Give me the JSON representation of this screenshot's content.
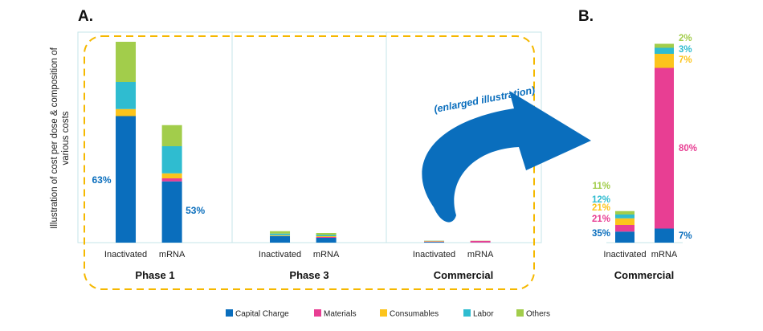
{
  "panel_a": {
    "letter": "A.",
    "ylabel_line1": "Illustration of cost per dose & composition of",
    "ylabel_line2": "various costs",
    "callout": "(enlarged illustration)"
  },
  "panel_b": {
    "letter": "B."
  },
  "legend": [
    {
      "name": "Capital Charge",
      "color": "#0a6ebd"
    },
    {
      "name": "Materials",
      "color": "#e83e93"
    },
    {
      "name": "Consumables",
      "color": "#fcc41c"
    },
    {
      "name": "Labor",
      "color": "#2fbcd0"
    },
    {
      "name": "Others",
      "color": "#a2cd4b"
    }
  ],
  "chart_data": [
    {
      "type": "bar",
      "stacked": true,
      "panel": "A",
      "groups": [
        "Phase 1",
        "Phase 3",
        "Commercial"
      ],
      "categories": [
        "Inactivated",
        "mRNA"
      ],
      "series_order": [
        "Capital Charge",
        "Materials",
        "Consumables",
        "Labor",
        "Others"
      ],
      "ymax": 100,
      "values": {
        "Phase 1": {
          "Inactivated": [
            63,
            0,
            3.5,
            13.5,
            20
          ],
          "mRNA": [
            30.5,
            1.5,
            2.5,
            13.5,
            10.5
          ]
        },
        "Phase 3": {
          "Inactivated": [
            3.3,
            0,
            0.4,
            0.8,
            1.2
          ],
          "mRNA": [
            2.4,
            0.4,
            0.4,
            0.6,
            1.0
          ]
        },
        "Commercial": {
          "Inactivated": [
            0.35,
            0.21,
            0.21,
            0.12,
            0.11
          ],
          "mRNA": [
            0.07,
            0.8,
            0.07,
            0.03,
            0.02
          ]
        }
      },
      "annotations": [
        {
          "group": "Phase 1",
          "category": "Inactivated",
          "text": "63%",
          "color": "#0a6ebd"
        },
        {
          "group": "Phase 1",
          "category": "mRNA",
          "text": "53%",
          "color": "#0a6ebd"
        }
      ]
    },
    {
      "type": "bar",
      "stacked": true,
      "panel": "B",
      "group": "Commercial",
      "categories": [
        "Inactivated",
        "mRNA"
      ],
      "series_order": [
        "Capital Charge",
        "Materials",
        "Consumables",
        "Labor",
        "Others"
      ],
      "ymax": 100,
      "values": {
        "Inactivated": [
          5.5,
          3.3,
          3.3,
          1.9,
          1.7
        ],
        "mRNA": [
          7,
          80,
          7,
          3,
          2
        ]
      },
      "labels": {
        "Inactivated": [
          "35%",
          "21%",
          "21%",
          "12%",
          "11%"
        ],
        "mRNA": [
          "7%",
          "80%",
          "7%",
          "3%",
          "2%"
        ]
      }
    }
  ]
}
